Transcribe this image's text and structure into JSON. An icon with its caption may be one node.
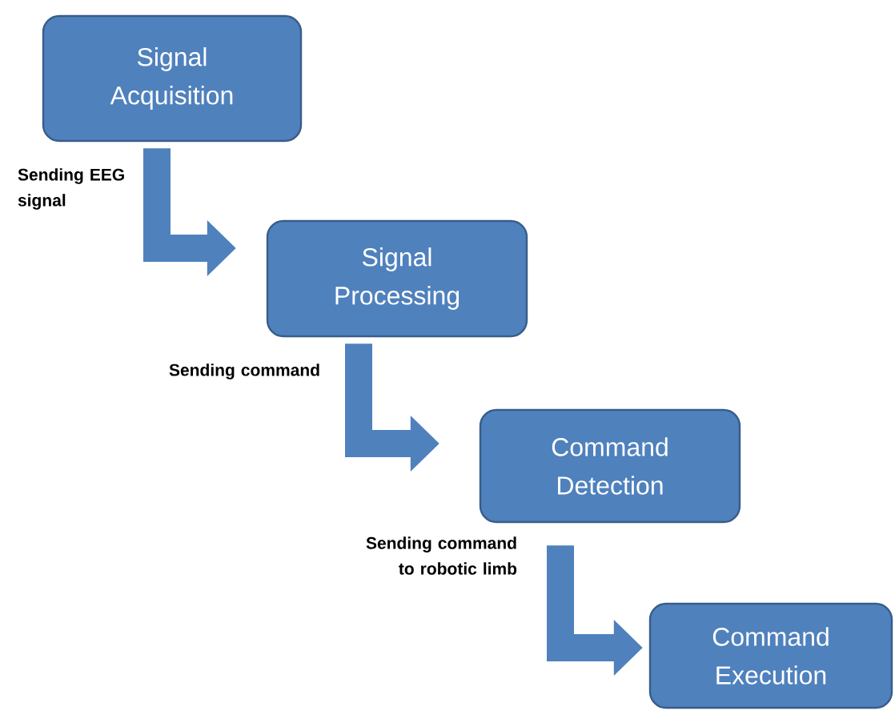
{
  "diagram": {
    "nodes": [
      {
        "text": [
          "Signal Acquisition"
        ]
      },
      {
        "text": [
          "Signal Processing"
        ]
      },
      {
        "text": [
          "Command Detection"
        ]
      },
      {
        "text": [
          "Command Execution"
        ]
      }
    ],
    "edges": [
      {
        "from": 0,
        "to": 1,
        "arrow": "to",
        "label": "Sending EEG signal"
      },
      {
        "from": 1,
        "to": 2,
        "arrow": "to",
        "label": "Sending command"
      },
      {
        "from": 2,
        "to": 3,
        "arrow": "to",
        "label": "Sending command to robotic limb"
      }
    ]
  }
}
